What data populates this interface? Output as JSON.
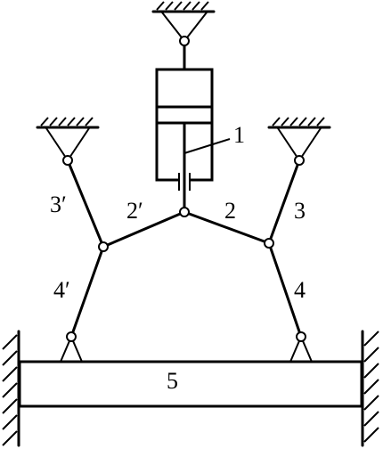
{
  "labels": {
    "piston": "1",
    "link2": "2",
    "link2p": "2′",
    "link3": "3",
    "link3p": "3′",
    "link4": "4",
    "link4p": "4′",
    "slider": "5"
  }
}
